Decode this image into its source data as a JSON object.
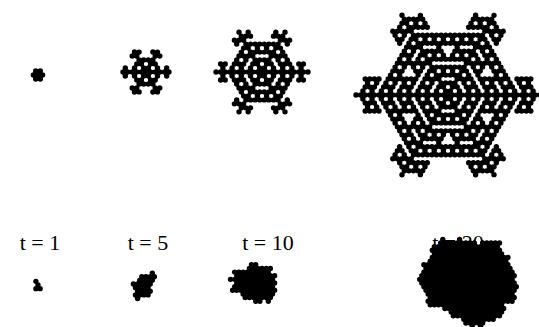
{
  "diagram": {
    "labels": [
      "t = 1",
      "t = 5",
      "t = 10",
      "t = 20"
    ]
  }
}
